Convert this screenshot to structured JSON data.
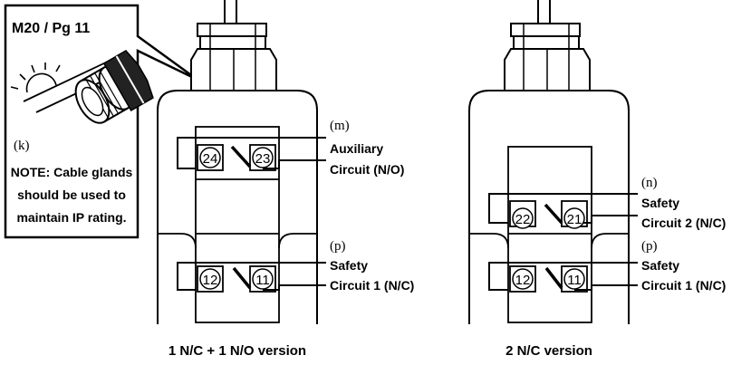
{
  "callout": {
    "title": "M20 / Pg 11",
    "ref": "(k)",
    "note_line1": "NOTE: Cable glands",
    "note_line2": "should be used to",
    "note_line3": "maintain IP rating."
  },
  "left_unit": {
    "caption": "1 N/C + 1 N/O version",
    "top_contact": {
      "ref": "(m)",
      "line1": "Auxiliary",
      "line2": "Circuit (N/O)",
      "terminal_a": "24",
      "terminal_b": "23"
    },
    "bottom_contact": {
      "ref": "(p)",
      "line1": "Safety",
      "line2": "Circuit 1 (N/C)",
      "terminal_a": "12",
      "terminal_b": "11"
    }
  },
  "right_unit": {
    "caption": "2 N/C version",
    "top_contact": {
      "ref": "(n)",
      "line1": "Safety",
      "line2": "Circuit 2 (N/C)",
      "terminal_a": "22",
      "terminal_b": "21"
    },
    "bottom_contact": {
      "ref": "(p)",
      "line1": "Safety",
      "line2": "Circuit 1 (N/C)",
      "terminal_a": "12",
      "terminal_b": "11"
    }
  }
}
